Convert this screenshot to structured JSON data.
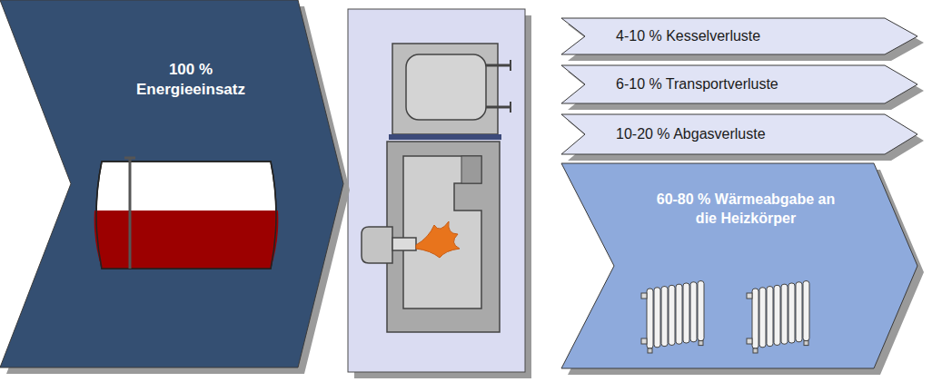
{
  "diagram": {
    "nodes": [
      {
        "text": [
          "100 % Energieeinsatz"
        ]
      },
      {
        "text": [
          "4-10 % Kesselverluste"
        ]
      },
      {
        "text": [
          "6-10 % Transportverluste"
        ]
      },
      {
        "text": [
          "10-20 % Abgasverluste"
        ]
      },
      {
        "text": [
          "60-80 % Wärmeabgabe an die Heizkörper"
        ]
      }
    ]
  }
}
